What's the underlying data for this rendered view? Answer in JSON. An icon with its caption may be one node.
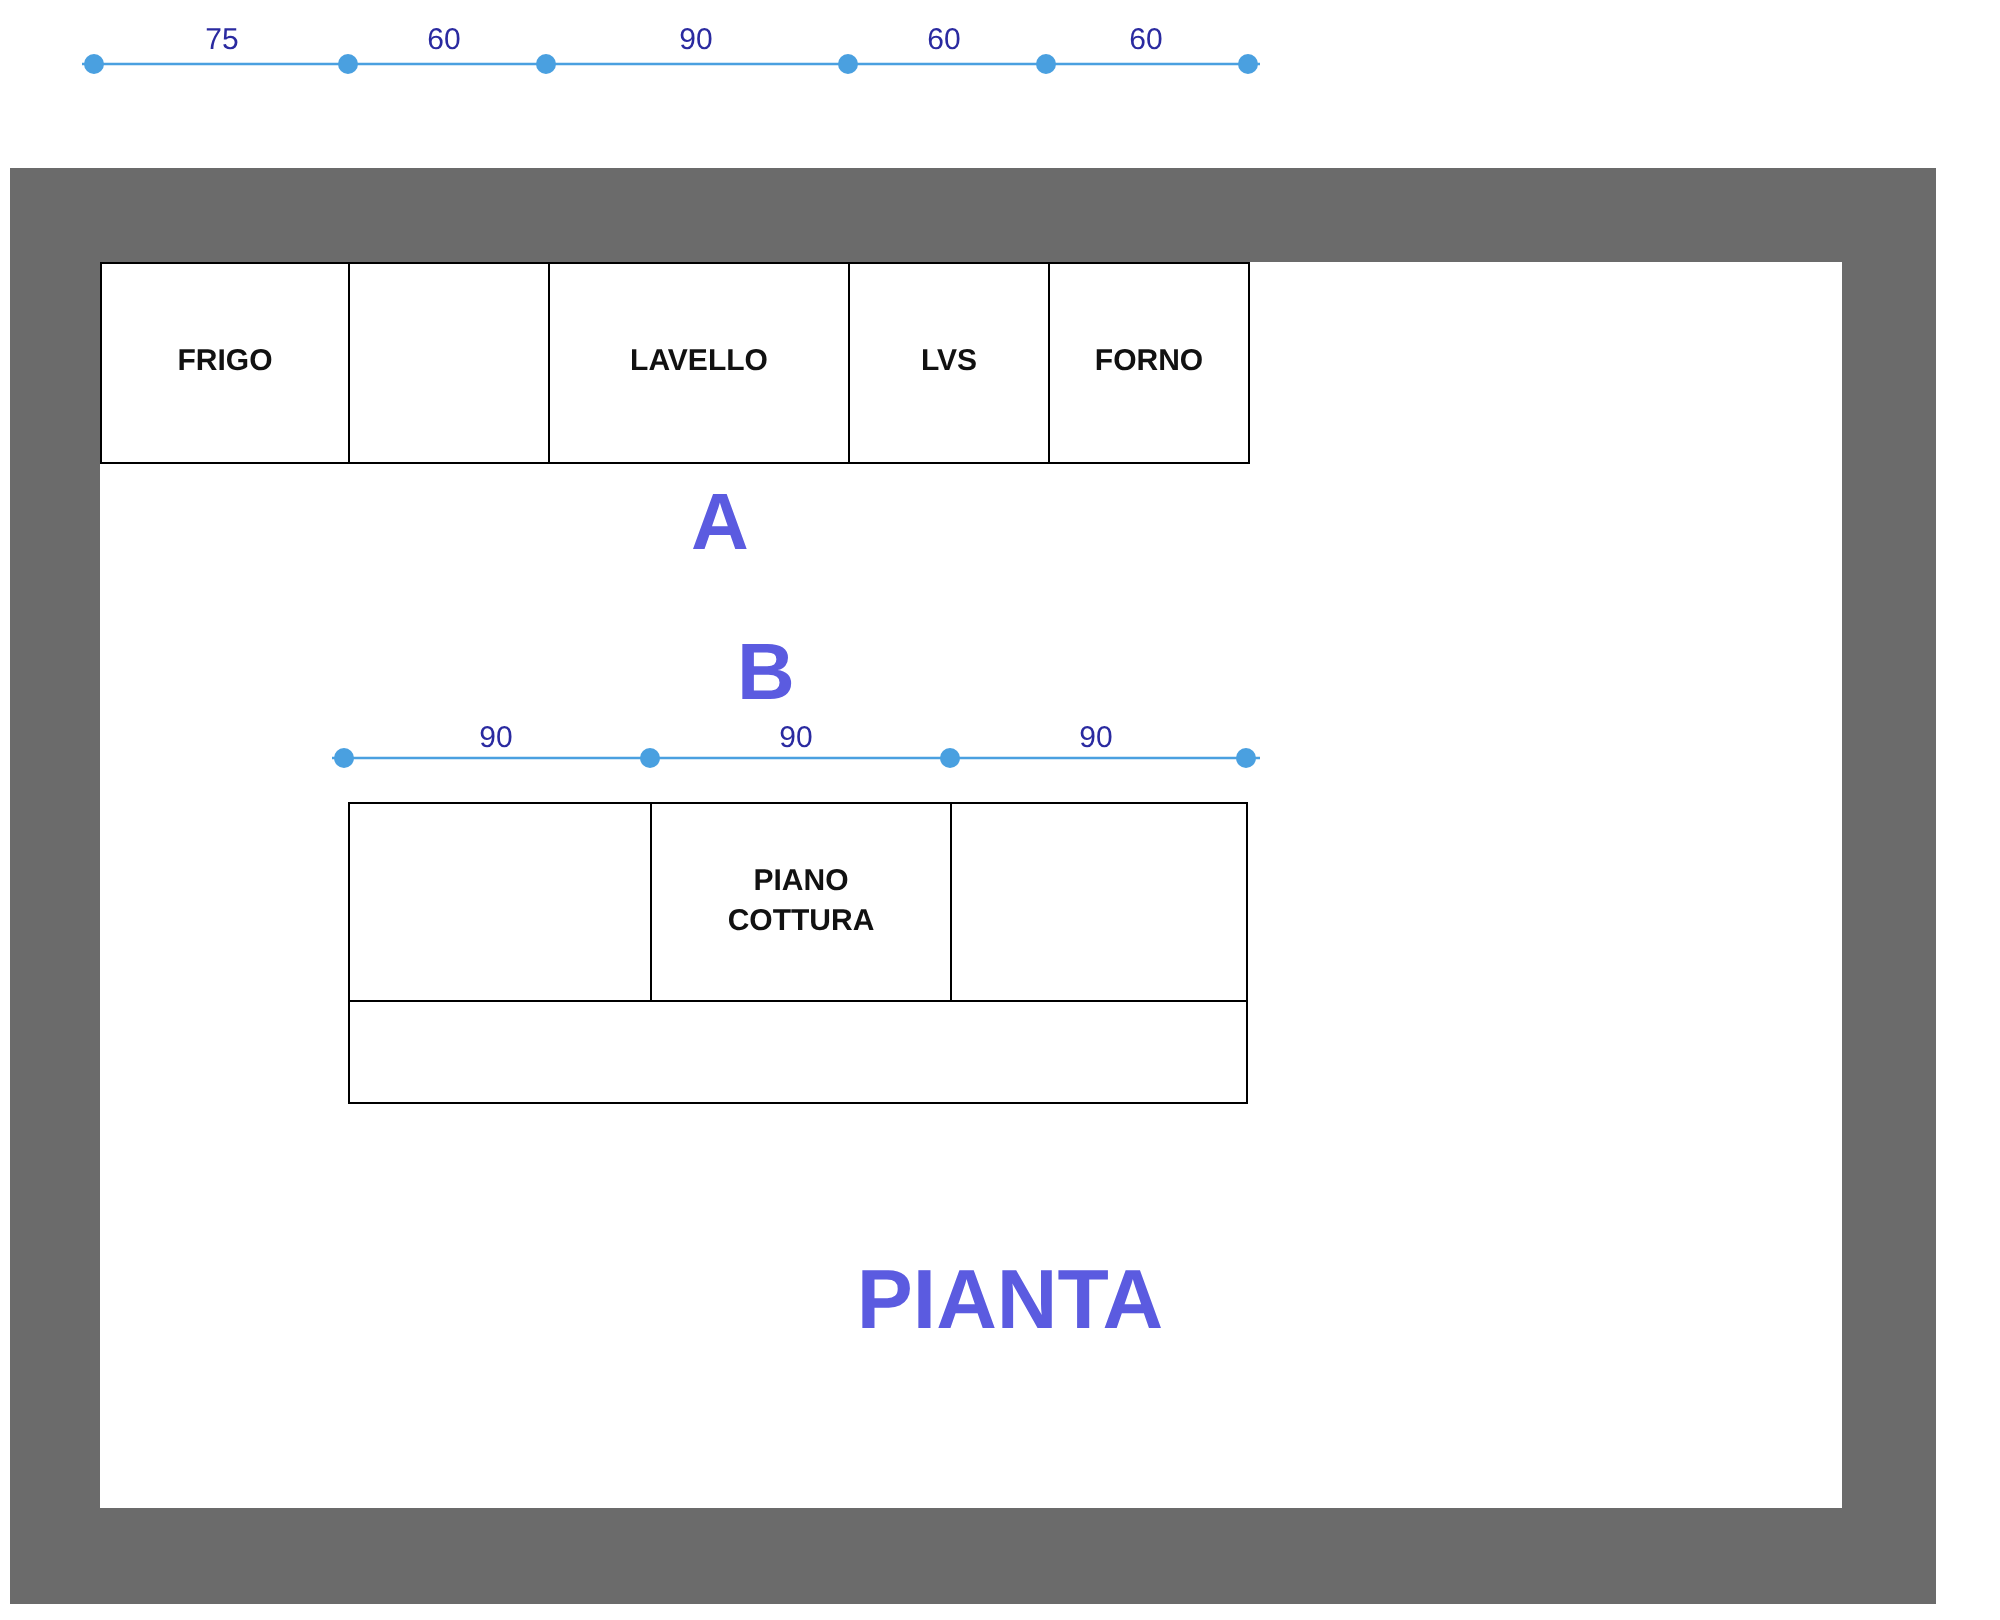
{
  "diagram": {
    "nodes": [
      {
        "text": [
          "FRIGO"
        ]
      },
      {
        "text": [],
        "shape": "box"
      },
      {
        "text": [
          "LAVELLO"
        ]
      },
      {
        "text": [
          "LVS"
        ]
      },
      {
        "text": [
          "FORNO"
        ]
      },
      {
        "text": [],
        "shape": "box"
      },
      {
        "text": [
          "PIANO COTTURA"
        ]
      },
      {
        "text": [],
        "shape": "box"
      },
      {
        "text": [],
        "shape": "box"
      }
    ],
    "edges": [],
    "labels": [
      "75",
      "60",
      "90",
      "60",
      "60",
      "A",
      "B",
      "90",
      "90",
      "90",
      "PIANTA"
    ]
  }
}
